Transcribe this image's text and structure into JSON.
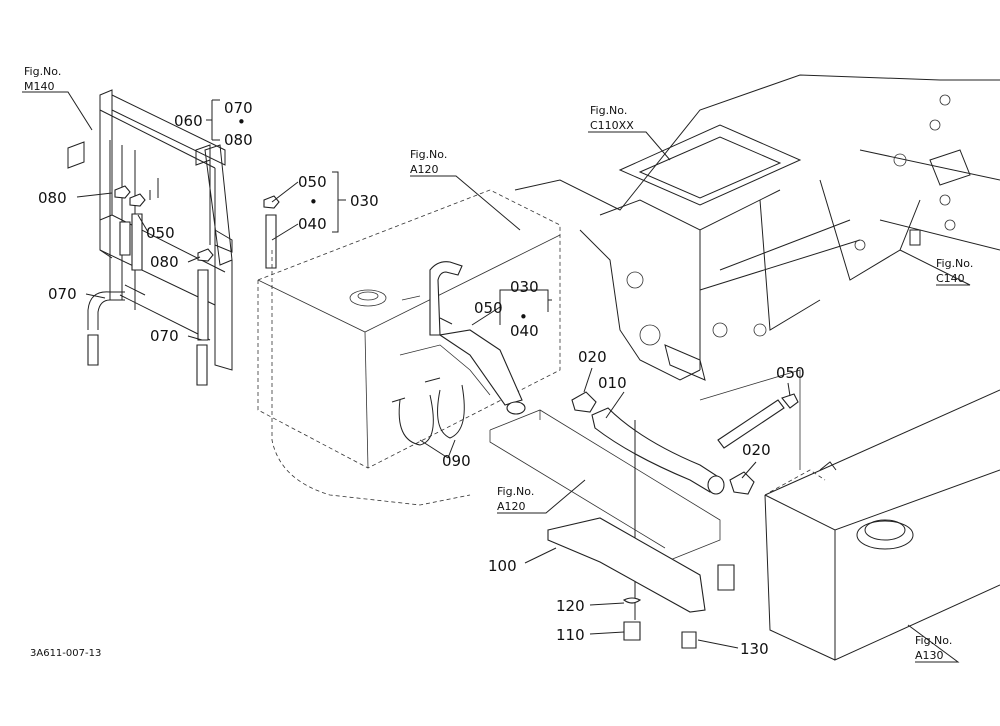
{
  "diagram": {
    "drawing_code": "3A611-007-13",
    "figure_refs": [
      {
        "prefix": "Fig.No.",
        "ref": "M140"
      },
      {
        "prefix": "Fig.No.",
        "ref": "C110XX"
      },
      {
        "prefix": "Fig.No.",
        "ref": "A120"
      },
      {
        "prefix": "Fig.No.",
        "ref": "C140"
      },
      {
        "prefix": "Fig.No.",
        "ref": "A120"
      },
      {
        "prefix": "Fig.No.",
        "ref": "A130"
      }
    ],
    "part_numbers": {
      "p060": "060",
      "p070_a": "070",
      "dot_a": "•",
      "p080_a": "080",
      "p050_a": "050",
      "dot_b": "•",
      "p040_a": "040",
      "p030_a": "030",
      "p080_b": "080",
      "p050_b": "050",
      "p070_b": "070",
      "p080_c": "080",
      "p070_c": "070",
      "p030_b": "030",
      "p050_c": "050",
      "dot_c": "•",
      "p040_b": "040",
      "p020_a": "020",
      "p010": "010",
      "p050_d": "050",
      "p020_b": "020",
      "p090": "090",
      "p100": "100",
      "p120": "120",
      "p110": "110",
      "p130": "130"
    }
  }
}
